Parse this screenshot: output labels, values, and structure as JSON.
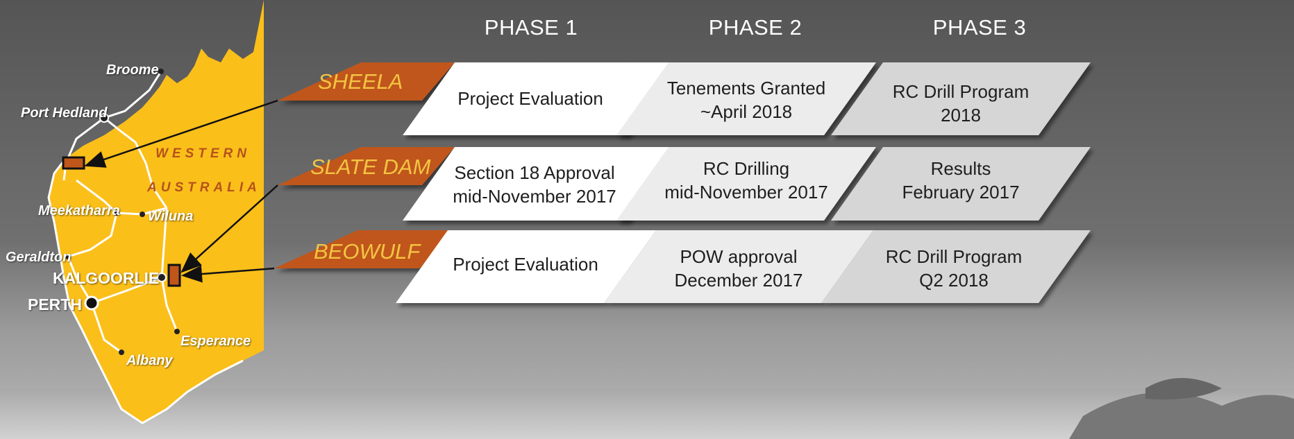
{
  "colors": {
    "background": "#5b5b5b",
    "map_fill": "#fbbf1a",
    "tag_fill": "#c0561a",
    "tag_text": "#f4c542",
    "box_light": "#ffffff",
    "box_mid": "#ececec",
    "box_dark": "#d6d6d6"
  },
  "phases": [
    "PHASE 1",
    "PHASE 2",
    "PHASE 3"
  ],
  "projects": [
    {
      "name": "SHEELA",
      "phase1": [
        "Project Evaluation"
      ],
      "phase2": [
        "Tenements Granted",
        "~April 2018"
      ],
      "phase3": [
        "RC Drill Program",
        "2018"
      ]
    },
    {
      "name": "SLATE DAM",
      "phase1": [
        "Section 18 Approval",
        "mid-November 2017"
      ],
      "phase2": [
        "RC Drilling",
        "mid-November 2017"
      ],
      "phase3": [
        "Results",
        "February 2017"
      ]
    },
    {
      "name": "BEOWULF",
      "phase1": [
        "Project Evaluation"
      ],
      "phase2": [
        "POW approval",
        "December 2017"
      ],
      "phase3": [
        "RC Drill Program",
        "Q2 2018"
      ]
    }
  ],
  "map": {
    "region_line1": "WESTERN",
    "region_line2": "AUSTRALIA",
    "towns": {
      "broome": "Broome",
      "port_hedland": "Port Hedland",
      "meekatharra": "Meekatharra",
      "wiluna": "Wiluna",
      "geraldton": "Geraldton",
      "kalgoorlie": "KALGOORLIE",
      "perth": "PERTH",
      "esperance": "Esperance",
      "albany": "Albany"
    }
  }
}
